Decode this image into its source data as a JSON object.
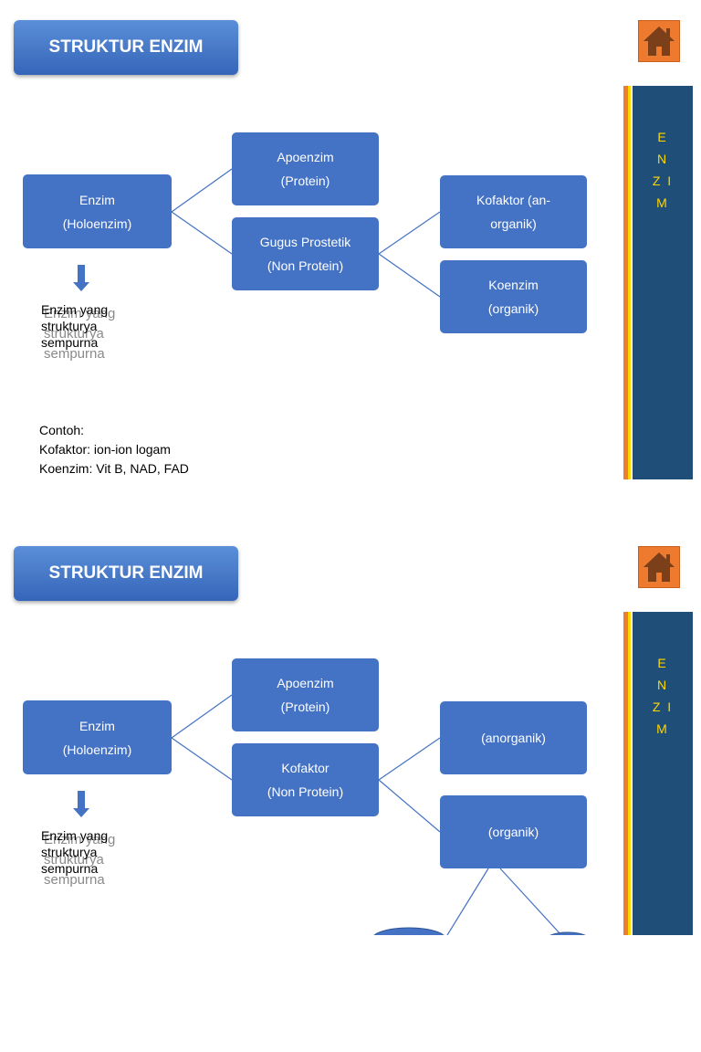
{
  "slide1": {
    "title": "STRUKTUR ENZIM",
    "sidebar_letters": [
      "E",
      "N",
      "Z I",
      "M"
    ],
    "enzim_box": [
      "Enzim",
      "(Holoenzim)"
    ],
    "apoenzim_box": [
      "Apoenzim",
      "(Protein)"
    ],
    "gugus_box": [
      "Gugus Prostetik",
      "(Non Protein)"
    ],
    "kofaktor_box": [
      "Kofaktor  (an-",
      "organik)"
    ],
    "koenzim_box": [
      "Koenzim",
      "(organik)"
    ],
    "note_lines": [
      "Enzim  yang",
      "strukturya",
      "sempurna"
    ],
    "example_lines": [
      "Contoh:",
      "Kofaktor: ion-ion logam",
      "Koenzim: Vit B, NAD, FAD"
    ]
  },
  "slide2": {
    "title": "STRUKTUR ENZIM",
    "sidebar_letters": [
      "E",
      "N",
      "Z I",
      "M"
    ],
    "enzim_box": [
      "Enzim",
      "(Holoenzim)"
    ],
    "apoenzim_box": [
      "Apoenzim",
      "(Protein)"
    ],
    "kofaktor_box": [
      "Kofaktor",
      "(Non Protein)"
    ],
    "anorganik_box": [
      "(anorganik)"
    ],
    "organik_box": [
      "(organik)"
    ],
    "note_lines": [
      "Enzim  yang",
      "strukturya",
      "sempurna"
    ]
  },
  "colors": {
    "box_fill": "#4472c4",
    "sidebar_fill": "#1f4e79",
    "sidebar_text": "#ffd700",
    "home_button": "#ee7a2f",
    "connector": "#4472c4"
  },
  "icons": {
    "home": "home-icon",
    "arrow": "arrow-down-icon"
  }
}
